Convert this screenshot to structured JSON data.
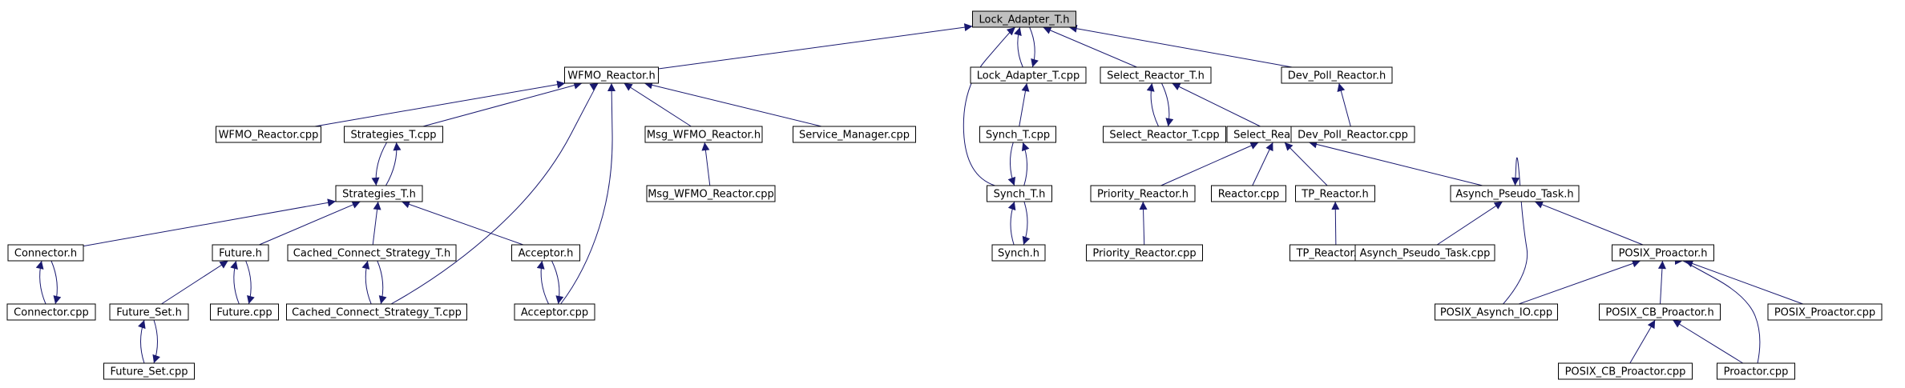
{
  "colors": {
    "edge": "#191970",
    "node_border": "#000000",
    "node_fill": "#ffffff",
    "root_fill": "#c0c0c0"
  },
  "nodes": [
    {
      "id": "lock_adapter_h",
      "label": "Lock_Adapter_T.h",
      "root": true
    },
    {
      "id": "wfmo_reactor_h",
      "label": "WFMO_Reactor.h"
    },
    {
      "id": "lock_adapter_cpp",
      "label": "Lock_Adapter_T.cpp"
    },
    {
      "id": "select_reactor_t_h",
      "label": "Select_Reactor_T.h"
    },
    {
      "id": "dev_poll_h",
      "label": "Dev_Poll_Reactor.h"
    },
    {
      "id": "wfmo_reactor_cpp",
      "label": "WFMO_Reactor.cpp"
    },
    {
      "id": "strategies_t_cpp",
      "label": "Strategies_T.cpp"
    },
    {
      "id": "msg_wfmo_h",
      "label": "Msg_WFMO_Reactor.h"
    },
    {
      "id": "service_manager_cpp",
      "label": "Service_Manager.cpp"
    },
    {
      "id": "synch_t_cpp",
      "label": "Synch_T.cpp"
    },
    {
      "id": "select_reactor_t_cpp",
      "label": "Select_Reactor_T.cpp"
    },
    {
      "id": "select_reactor_h",
      "label": "Select_Reactor.h"
    },
    {
      "id": "dev_poll_cpp",
      "label": "Dev_Poll_Reactor.cpp"
    },
    {
      "id": "strategies_t_h",
      "label": "Strategies_T.h"
    },
    {
      "id": "msg_wfmo_cpp",
      "label": "Msg_WFMO_Reactor.cpp"
    },
    {
      "id": "synch_t_h",
      "label": "Synch_T.h"
    },
    {
      "id": "priority_reactor_h",
      "label": "Priority_Reactor.h"
    },
    {
      "id": "reactor_cpp",
      "label": "Reactor.cpp"
    },
    {
      "id": "tp_reactor_h",
      "label": "TP_Reactor.h"
    },
    {
      "id": "asynch_pseudo_h",
      "label": "Asynch_Pseudo_Task.h"
    },
    {
      "id": "connector_h",
      "label": "Connector.h"
    },
    {
      "id": "future_h",
      "label": "Future.h"
    },
    {
      "id": "cached_connect_h",
      "label": "Cached_Connect_Strategy_T.h"
    },
    {
      "id": "acceptor_h",
      "label": "Acceptor.h"
    },
    {
      "id": "synch_h",
      "label": "Synch.h"
    },
    {
      "id": "priority_reactor_cpp",
      "label": "Priority_Reactor.cpp"
    },
    {
      "id": "tp_reactor_cpp",
      "label": "TP_Reactor.cpp"
    },
    {
      "id": "asynch_pseudo_cpp",
      "label": "Asynch_Pseudo_Task.cpp"
    },
    {
      "id": "posix_proactor_h",
      "label": "POSIX_Proactor.h"
    },
    {
      "id": "connector_cpp",
      "label": "Connector.cpp"
    },
    {
      "id": "future_set_h",
      "label": "Future_Set.h"
    },
    {
      "id": "future_cpp",
      "label": "Future.cpp"
    },
    {
      "id": "cached_connect_cpp",
      "label": "Cached_Connect_Strategy_T.cpp"
    },
    {
      "id": "acceptor_cpp",
      "label": "Acceptor.cpp"
    },
    {
      "id": "posix_asynch_io_cpp",
      "label": "POSIX_Asynch_IO.cpp"
    },
    {
      "id": "posix_cb_h",
      "label": "POSIX_CB_Proactor.h"
    },
    {
      "id": "posix_proactor_cpp",
      "label": "POSIX_Proactor.cpp"
    },
    {
      "id": "future_set_cpp",
      "label": "Future_Set.cpp"
    },
    {
      "id": "posix_cb_cpp",
      "label": "POSIX_CB_Proactor.cpp"
    },
    {
      "id": "proactor_cpp",
      "label": "Proactor.cpp"
    }
  ],
  "edges": [
    [
      "wfmo_reactor_h",
      "lock_adapter_h"
    ],
    [
      "lock_adapter_cpp",
      "lock_adapter_h"
    ],
    [
      "lock_adapter_h",
      "lock_adapter_cpp"
    ],
    [
      "select_reactor_t_h",
      "lock_adapter_h"
    ],
    [
      "dev_poll_h",
      "lock_adapter_h"
    ],
    [
      "synch_t_h",
      "lock_adapter_h"
    ],
    [
      "wfmo_reactor_cpp",
      "wfmo_reactor_h"
    ],
    [
      "strategies_t_cpp",
      "wfmo_reactor_h"
    ],
    [
      "msg_wfmo_h",
      "wfmo_reactor_h"
    ],
    [
      "service_manager_cpp",
      "wfmo_reactor_h"
    ],
    [
      "cached_connect_cpp",
      "wfmo_reactor_h"
    ],
    [
      "acceptor_cpp",
      "wfmo_reactor_h"
    ],
    [
      "synch_t_cpp",
      "lock_adapter_cpp"
    ],
    [
      "select_reactor_t_cpp",
      "select_reactor_t_h"
    ],
    [
      "select_reactor_t_h",
      "select_reactor_t_cpp"
    ],
    [
      "select_reactor_h",
      "select_reactor_t_h"
    ],
    [
      "dev_poll_cpp",
      "dev_poll_h"
    ],
    [
      "strategies_t_h",
      "strategies_t_cpp"
    ],
    [
      "strategies_t_cpp",
      "strategies_t_h"
    ],
    [
      "msg_wfmo_cpp",
      "msg_wfmo_h"
    ],
    [
      "synch_t_h",
      "synch_t_cpp"
    ],
    [
      "synch_t_cpp",
      "synch_t_h"
    ],
    [
      "priority_reactor_h",
      "select_reactor_h"
    ],
    [
      "reactor_cpp",
      "select_reactor_h"
    ],
    [
      "tp_reactor_h",
      "select_reactor_h"
    ],
    [
      "asynch_pseudo_h",
      "select_reactor_h"
    ],
    [
      "connector_h",
      "strategies_t_h"
    ],
    [
      "future_h",
      "strategies_t_h"
    ],
    [
      "cached_connect_h",
      "strategies_t_h"
    ],
    [
      "acceptor_h",
      "strategies_t_h"
    ],
    [
      "synch_h",
      "synch_t_h"
    ],
    [
      "synch_t_h",
      "synch_h"
    ],
    [
      "priority_reactor_cpp",
      "priority_reactor_h"
    ],
    [
      "tp_reactor_cpp",
      "tp_reactor_h"
    ],
    [
      "asynch_pseudo_cpp",
      "asynch_pseudo_h"
    ],
    [
      "posix_proactor_h",
      "asynch_pseudo_h"
    ],
    [
      "posix_asynch_io_cpp",
      "asynch_pseudo_h"
    ],
    [
      "connector_cpp",
      "connector_h"
    ],
    [
      "connector_h",
      "connector_cpp"
    ],
    [
      "future_set_h",
      "future_h"
    ],
    [
      "future_cpp",
      "future_h"
    ],
    [
      "future_h",
      "future_cpp"
    ],
    [
      "cached_connect_cpp",
      "cached_connect_h"
    ],
    [
      "cached_connect_h",
      "cached_connect_cpp"
    ],
    [
      "acceptor_cpp",
      "acceptor_h"
    ],
    [
      "acceptor_h",
      "acceptor_cpp"
    ],
    [
      "posix_asynch_io_cpp",
      "posix_proactor_h"
    ],
    [
      "posix_cb_h",
      "posix_proactor_h"
    ],
    [
      "posix_proactor_cpp",
      "posix_proactor_h"
    ],
    [
      "proactor_cpp",
      "posix_proactor_h"
    ],
    [
      "future_set_cpp",
      "future_set_h"
    ],
    [
      "future_set_h",
      "future_set_cpp"
    ],
    [
      "posix_cb_cpp",
      "posix_cb_h"
    ],
    [
      "proactor_cpp",
      "posix_cb_h"
    ]
  ]
}
